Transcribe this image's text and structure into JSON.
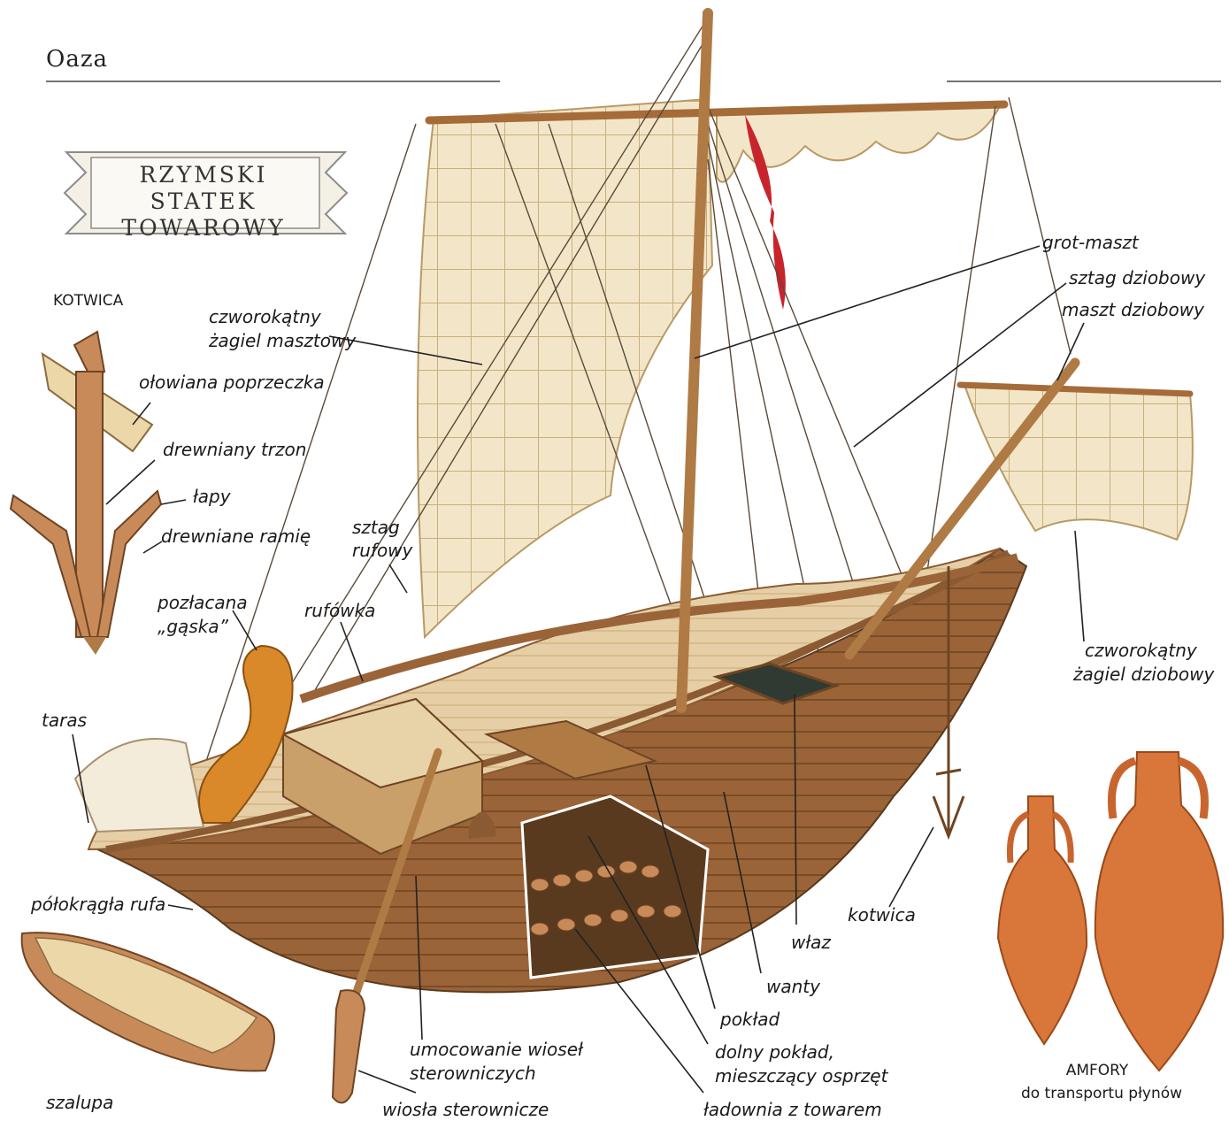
{
  "header": {
    "title": "Oaza"
  },
  "cartouche": {
    "line1": "RZYMSKI STATEK",
    "line2": "TOWAROWY"
  },
  "anchor_panel": {
    "title": "KOTWICA",
    "labels": {
      "crossbar": "ołowiana poprzeczka",
      "shank": "drewniany trzon",
      "flukes": "łapy",
      "arm": "drewniane ramię"
    }
  },
  "labels": {
    "goose1": "pozłacana",
    "goose2": "„gąska”",
    "taras": "taras",
    "stern": "półokrągła rufa",
    "skiff": "szalupa",
    "oar_mount1": "umocowanie wioseł",
    "oar_mount2": "sterowniczych",
    "oars": "wiosła sterownicze",
    "cabin": "rufówka",
    "backstay1": "sztag",
    "backstay2": "rufowy",
    "mainsail1": "czworokątny",
    "mainsail2": "żagiel masztowy",
    "mainmast": "grot-maszt",
    "forestay": "sztag dziobowy",
    "foremast": "maszt dziobowy",
    "foresail1": "czworokątny",
    "foresail2": "żagiel dziobowy",
    "anchor": "kotwica",
    "hatch": "właz",
    "shrouds": "wanty",
    "deck": "pokład",
    "lower_deck1": "dolny pokład,",
    "lower_deck2": "mieszczący osprzęt",
    "hold": "ładownia z towarem"
  },
  "amphorae": {
    "title": "AMFORY",
    "caption": "do transportu płynów"
  },
  "colors": {
    "hull": "#8a5a32",
    "deck": "#e6cfa6",
    "sail": "#f3e6c8",
    "mast": "#b07a45",
    "amphora": "#d9763a",
    "pennant": "#c8242c",
    "line": "#222222"
  }
}
